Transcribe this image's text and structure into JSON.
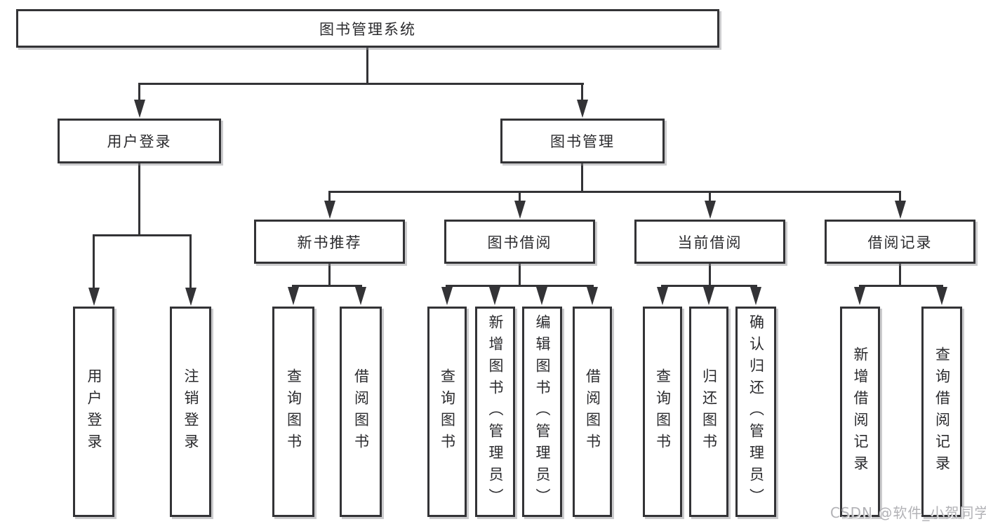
{
  "diagram": {
    "root": {
      "label": "图书管理系统"
    },
    "level2": [
      {
        "label": "用户登录"
      },
      {
        "label": "图书管理"
      }
    ],
    "level3": [
      {
        "label": "新书推荐",
        "parent": "图书管理"
      },
      {
        "label": "图书借阅",
        "parent": "图书管理"
      },
      {
        "label": "当前借阅",
        "parent": "图书管理"
      },
      {
        "label": "借阅记录",
        "parent": "图书管理"
      }
    ],
    "leaves": [
      {
        "label": "用户登录",
        "parent": "用户登录"
      },
      {
        "label": "注销登录",
        "parent": "用户登录"
      },
      {
        "label": "查询图书",
        "parent": "新书推荐"
      },
      {
        "label": "借阅图书",
        "parent": "新书推荐"
      },
      {
        "label": "查询图书",
        "parent": "图书借阅"
      },
      {
        "label": "新增图书（管理员）",
        "parent": "图书借阅"
      },
      {
        "label": "编辑图书（管理员）",
        "parent": "图书借阅"
      },
      {
        "label": "借阅图书",
        "parent": "图书借阅"
      },
      {
        "label": "查询图书",
        "parent": "当前借阅"
      },
      {
        "label": "归还图书",
        "parent": "当前借阅"
      },
      {
        "label": "确认归还（管理员）",
        "parent": "当前借阅"
      },
      {
        "label": "新增借阅记录",
        "parent": "借阅记录"
      },
      {
        "label": "查询借阅记录",
        "parent": "借阅记录"
      }
    ],
    "watermark": "CSDN @软件_小贺同学",
    "colors": {
      "line": "#333336",
      "box_border": "#333336",
      "box_fill": "#ffffff",
      "text": "#2b2b2e",
      "watermark": "#b2b2b6",
      "background": "#ffffff"
    }
  }
}
